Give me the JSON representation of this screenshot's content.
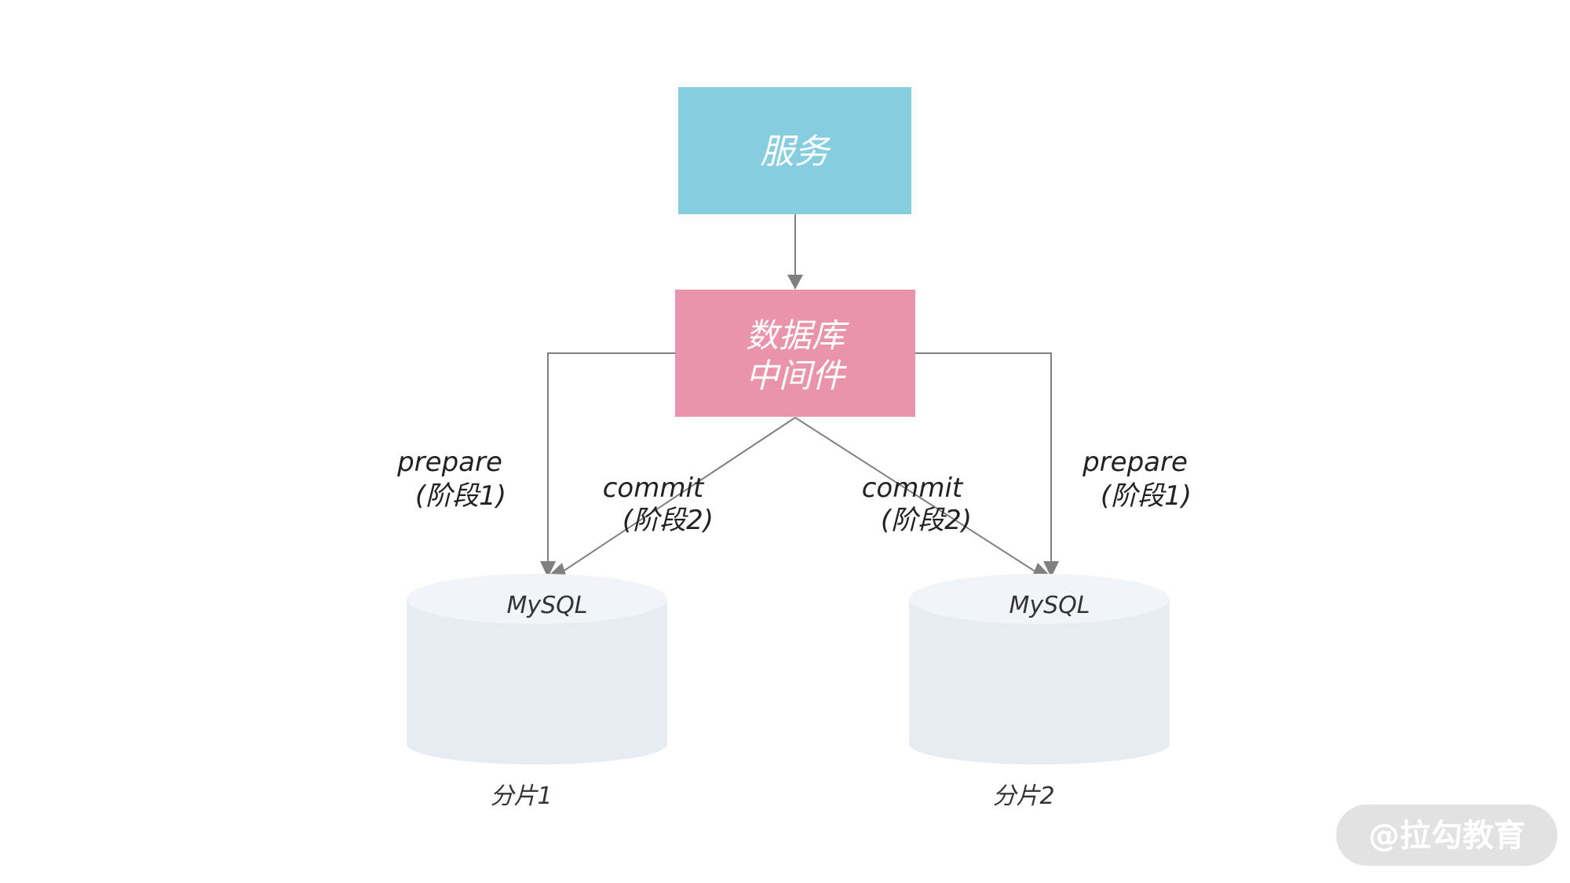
{
  "nodes": {
    "service": {
      "label": "服务",
      "color": "#85cddf"
    },
    "middleware": {
      "label_line1": "数据库",
      "label_line2": "中间件",
      "color": "#ea94ab"
    }
  },
  "databases": [
    {
      "label": "MySQL",
      "caption": "分片1"
    },
    {
      "label": "MySQL",
      "caption": "分片2"
    }
  ],
  "edges": {
    "prepare_left": {
      "line1": "prepare",
      "line2": "(阶段1)"
    },
    "commit_left": {
      "line1": "commit",
      "line2": "(阶段2)"
    },
    "commit_right": {
      "line1": "commit",
      "line2": "(阶段2)"
    },
    "prepare_right": {
      "line1": "prepare",
      "line2": "(阶段1)"
    }
  },
  "watermark": "@拉勾教育",
  "colors": {
    "arrow": "#808080",
    "db_body": "#e7ebf2",
    "db_top": "#f1f4f8",
    "watermark_bg": "#e2e2e2"
  }
}
